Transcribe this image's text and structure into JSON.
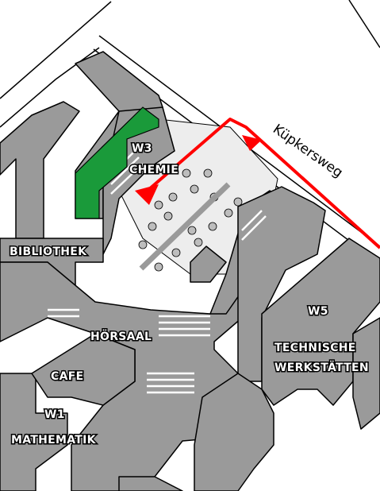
{
  "map": {
    "street_label": "Küpkersweg",
    "labels": {
      "w3": "W3",
      "chemie": "CHEMIE",
      "bibliothek": "BIBLIOTHEK",
      "hoersaal": "HÖRSAAL",
      "cafe": "CAFE",
      "w1": "W1",
      "mathematik": "MATHEMATIK",
      "w5": "W5",
      "technische": "TECHNISCHE",
      "werkstaetten": "WERKSTÄTTEN"
    },
    "colors": {
      "building": "#9a9a9a",
      "outline": "#000000",
      "highlight": "#1a9a3a",
      "route": "#ff0000",
      "courtyard": "#ededed",
      "background": "#ffffff"
    }
  }
}
